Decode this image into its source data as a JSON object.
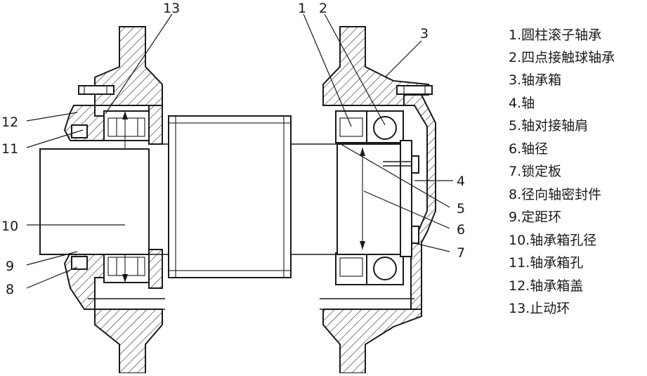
{
  "legend": [
    "1.圆柱滚子轴承",
    "2.四点接触球轴承",
    "3.轴承箱",
    "4.轴",
    "5.轴对接轴肩",
    "6.轴径",
    "7.锁定板",
    "8.径向轴密封件",
    "9.定距环",
    "10.轴承箱孔径",
    "11.轴承箱孔",
    "12.轴承箱盖",
    "13.止动环"
  ],
  "callouts": {
    "n1": "1",
    "n2": "2",
    "n3": "3",
    "n4": "4",
    "n5": "5",
    "n6": "6",
    "n7": "7",
    "n8": "8",
    "n9": "9",
    "n10": "10",
    "n11": "11",
    "n12": "12",
    "n13": "13"
  }
}
